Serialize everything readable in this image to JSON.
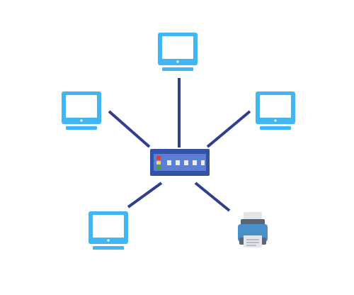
{
  "diagram": {
    "type": "network-star-topology",
    "hub": {
      "icon": "network-switch-icon",
      "led_colors": [
        "#e53935",
        "#fdd835",
        "#43a047"
      ],
      "port_count": 5
    },
    "nodes": [
      {
        "id": "monitor-top",
        "icon": "monitor-icon"
      },
      {
        "id": "monitor-left",
        "icon": "monitor-icon"
      },
      {
        "id": "monitor-right",
        "icon": "monitor-icon"
      },
      {
        "id": "monitor-bottom-left",
        "icon": "monitor-icon"
      },
      {
        "id": "printer-bottom-right",
        "icon": "printer-icon"
      }
    ],
    "links": [
      {
        "from": "hub",
        "to": "monitor-top"
      },
      {
        "from": "hub",
        "to": "monitor-left"
      },
      {
        "from": "hub",
        "to": "monitor-right"
      },
      {
        "from": "hub",
        "to": "monitor-bottom-left"
      },
      {
        "from": "hub",
        "to": "printer-bottom-right"
      }
    ],
    "colors": {
      "device": "#42b6f5",
      "device_inner": "#ffffff",
      "link": "#2f3e8f",
      "hub_body": "#3251a8",
      "hub_face": "#5c7fd6",
      "hub_port": "#e8edf8",
      "printer_body": "#4a90c8",
      "printer_top": "#5b6575",
      "printer_paper": "#e3e6ea"
    }
  }
}
